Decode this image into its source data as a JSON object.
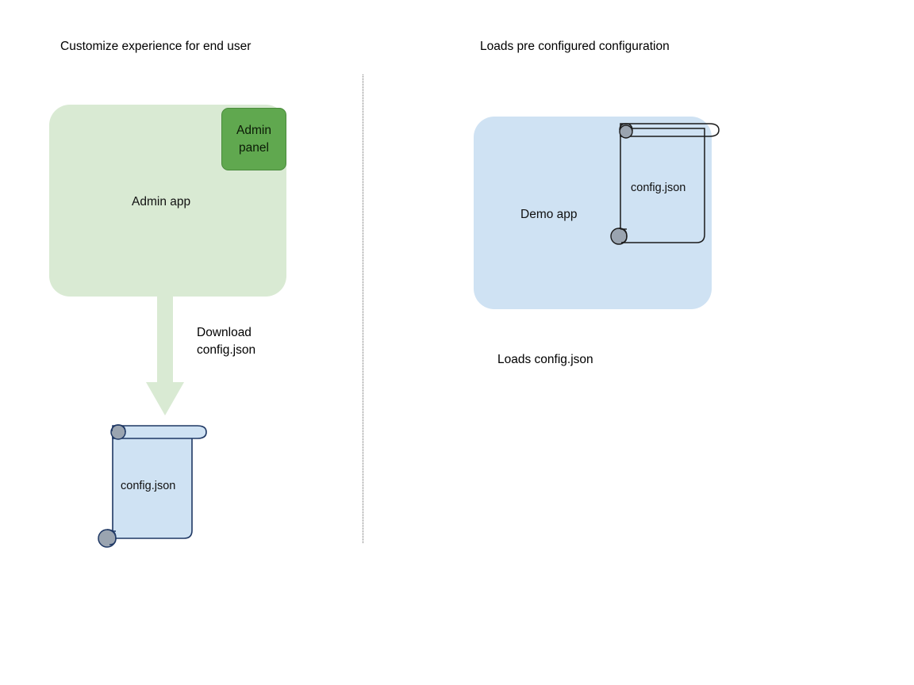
{
  "diagram": {
    "title_left": "Customize experience for end user",
    "title_right": "Loads pre configured configuration",
    "background_color": "#ffffff",
    "divider": {
      "style": "dotted",
      "color": "#666666",
      "orientation": "vertical"
    }
  },
  "left_panel": {
    "header": "Customize experience for end user",
    "app": {
      "label": "Admin app",
      "fill_color": "#d9ead3"
    },
    "panel_chip": {
      "line1": "Admin",
      "line2": "panel",
      "fill_color": "#60a84f",
      "border_color": "#4a8b3c"
    },
    "arrow": {
      "label_line1": "Download",
      "label_line2": "config.json",
      "color": "#d9ead3",
      "direction": "down"
    },
    "document": {
      "label": "config.json",
      "fill_color": "#cfe2f3",
      "stroke_color": "#1f3864",
      "roll_color": "#9aa4b0"
    }
  },
  "right_panel": {
    "header": "Loads pre configured configuration",
    "app": {
      "label": "Demo app",
      "fill_color": "#cfe2f3"
    },
    "document": {
      "label": "config.json",
      "fill_color": "transparent",
      "stroke_color": "#1a1a1a",
      "roll_color": "#9aa4b0"
    },
    "caption": "Loads config.json"
  }
}
